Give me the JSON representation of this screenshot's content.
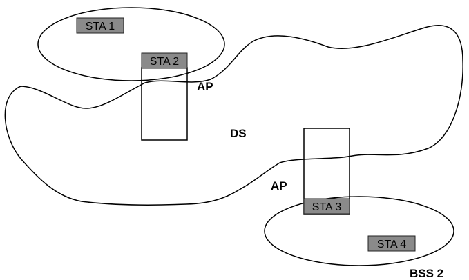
{
  "stations": {
    "sta1": "STA 1",
    "sta2": "STA 2",
    "sta3": "STA 3",
    "sta4": "STA 4"
  },
  "labels": {
    "ap_top": "AP",
    "ds": "DS",
    "ap_bottom": "AP",
    "bss2": "BSS 2"
  }
}
